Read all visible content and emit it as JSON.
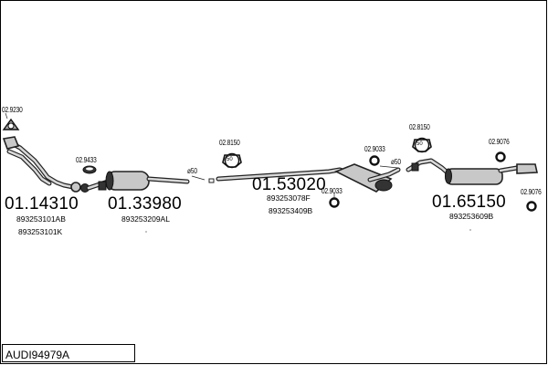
{
  "diagram_code": "AUDI94979A",
  "parts": [
    {
      "id": "front_pipe",
      "number": "01.14310",
      "oe": [
        "893253101AB",
        "893253101K"
      ]
    },
    {
      "id": "middle_silencer",
      "number": "01.33980",
      "oe": [
        "893253209AL"
      ]
    },
    {
      "id": "intermediate_pipe",
      "number": "01.53020",
      "oe": [
        "893253078F",
        "893253409B"
      ]
    },
    {
      "id": "rear_silencer",
      "number": "01.65150",
      "oe": [
        "893253609B"
      ]
    }
  ],
  "accessories": [
    {
      "id": "gasket_front",
      "number": "02.9230"
    },
    {
      "id": "ring_front",
      "number": "02.9433"
    },
    {
      "id": "hanger_mid",
      "number": "02.8150"
    },
    {
      "id": "clamp_mid",
      "number": "02.9033"
    },
    {
      "id": "ring_mid",
      "number": "02.9033"
    },
    {
      "id": "hanger_rear",
      "number": "02.8150"
    },
    {
      "id": "ring_rear",
      "number": "02.9076"
    },
    {
      "id": "ring_tail",
      "number": "02.9076"
    }
  ],
  "dimensions": [
    {
      "id": "dia_1",
      "label": "ø50"
    },
    {
      "id": "dia_2",
      "label": "ø50"
    }
  ],
  "hanger_marks": [
    {
      "id": "hanger_mid_mark",
      "label": "50"
    },
    {
      "id": "hanger_rear_mark",
      "label": "50"
    }
  ]
}
